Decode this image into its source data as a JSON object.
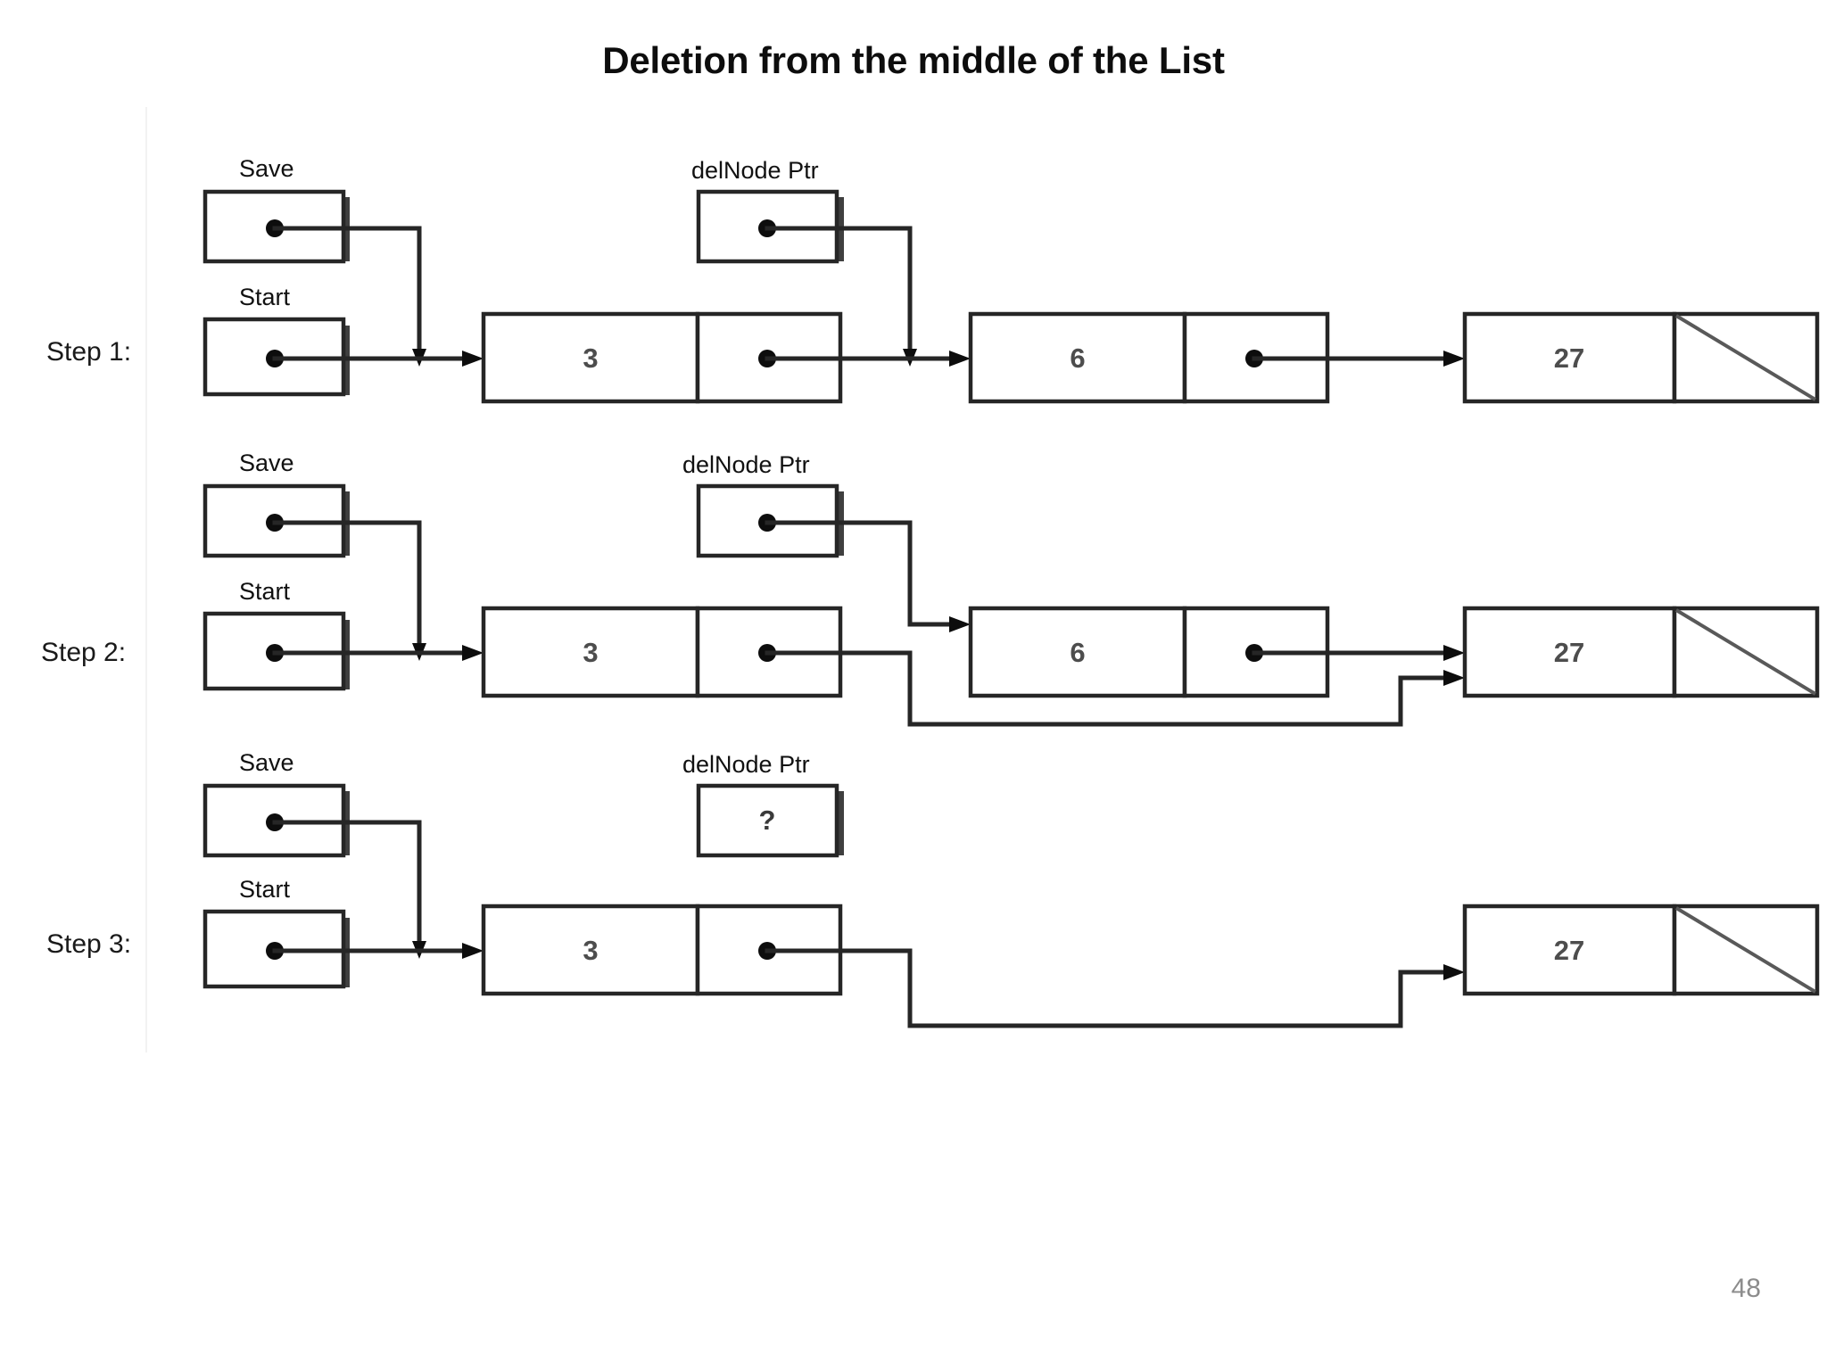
{
  "slide": {
    "title": "Deletion from the middle of the List",
    "page_number": "48"
  },
  "labels": {
    "save": "Save",
    "start": "Start",
    "delnode": "delNode Ptr",
    "step1": "Step 1:",
    "step2": "Step 2:",
    "step3": "Step 3:",
    "null_marker": "",
    "question_mark": "?"
  },
  "colors": {
    "ink": "#262626",
    "title": "#0d0d0d",
    "page_number": "#8c8c8c",
    "node_value": "#4d4d4d",
    "background": "#ffffff"
  },
  "steps": [
    {
      "id": "step1",
      "label": "Step 1:",
      "pointers": [
        {
          "name": "Save",
          "value": "pointer",
          "target": "node-3"
        },
        {
          "name": "Start",
          "value": "pointer",
          "target": "node-3"
        },
        {
          "name": "delNode Ptr",
          "value": "pointer",
          "target": "node-6"
        }
      ],
      "nodes": [
        {
          "value": "3",
          "next": "node-6"
        },
        {
          "value": "6",
          "next": "node-27"
        },
        {
          "value": "27",
          "next": "null"
        }
      ]
    },
    {
      "id": "step2",
      "label": "Step 2:",
      "pointers": [
        {
          "name": "Save",
          "value": "pointer",
          "target": "node-3"
        },
        {
          "name": "Start",
          "value": "pointer",
          "target": "node-3"
        },
        {
          "name": "delNode Ptr",
          "value": "pointer",
          "target": "node-6"
        }
      ],
      "nodes": [
        {
          "value": "3",
          "next": "node-27"
        },
        {
          "value": "6",
          "next": "node-27"
        },
        {
          "value": "27",
          "next": "null"
        }
      ]
    },
    {
      "id": "step3",
      "label": "Step 3:",
      "pointers": [
        {
          "name": "Save",
          "value": "pointer",
          "target": "node-3"
        },
        {
          "name": "Start",
          "value": "pointer",
          "target": "node-3"
        },
        {
          "name": "delNode Ptr",
          "value": "?",
          "target": "none"
        }
      ],
      "nodes": [
        {
          "value": "3",
          "next": "node-27"
        },
        {
          "value": "27",
          "next": "null"
        }
      ]
    }
  ],
  "node_values": {
    "s1n1": "3",
    "s1n2": "6",
    "s1n3": "27",
    "s2n1": "3",
    "s2n2": "6",
    "s2n3": "27",
    "s3n1": "3",
    "s3n2": "27"
  }
}
